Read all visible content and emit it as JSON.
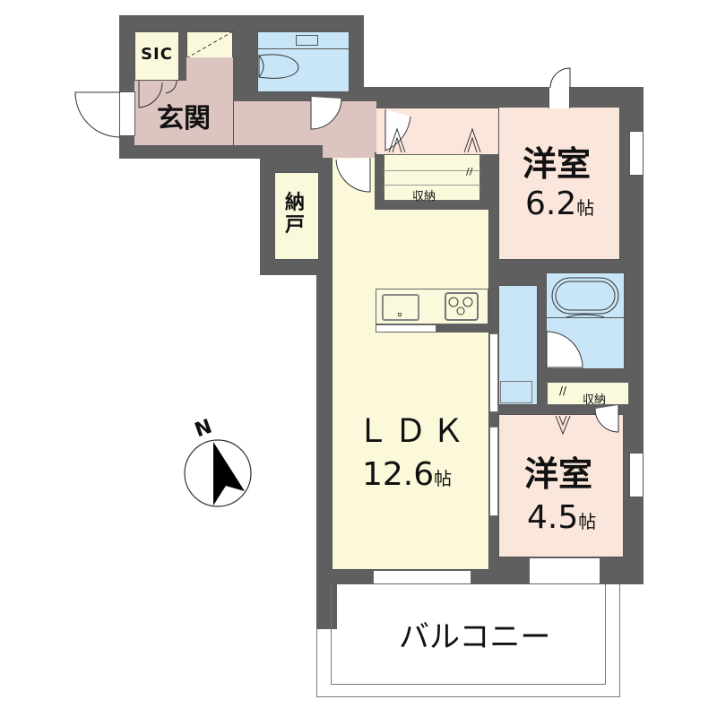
{
  "floor_plan": {
    "rooms": {
      "sic": {
        "label": "SIC"
      },
      "genkan": {
        "label": "玄関"
      },
      "nando": {
        "label_top": "納",
        "label_bottom": "戸"
      },
      "western_room_1": {
        "label": "洋室",
        "size": "6.2",
        "unit": "帖"
      },
      "storage_1": {
        "label": "収納"
      },
      "ldk": {
        "label": "ＬＤＫ",
        "size": "12.6",
        "unit": "帖"
      },
      "storage_2": {
        "label": "収納"
      },
      "western_room_2": {
        "label": "洋室",
        "size": "4.5",
        "unit": "帖"
      },
      "balcony": {
        "label": "バルコニー"
      }
    },
    "compass": {
      "label": "N"
    },
    "colors": {
      "wall": "#5f5f5f",
      "entry": "#dcc5c0",
      "ldk": "#fbf9d9",
      "room": "#fbe6dc",
      "wet": "#c8e6f7",
      "storage": "#fbf9dc"
    }
  }
}
